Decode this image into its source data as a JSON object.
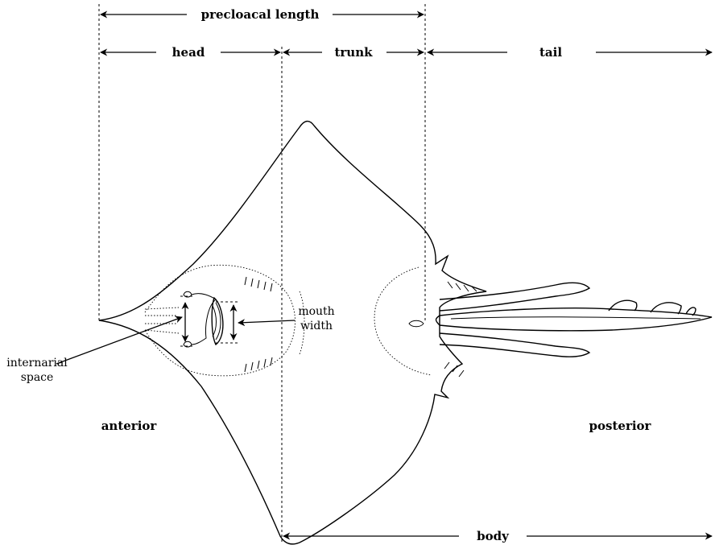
{
  "labels": {
    "precloacal_length": "precloacal length",
    "head": "head",
    "trunk": "trunk",
    "tail": "tail",
    "body": "body",
    "anterior": "anterior",
    "posterior": "posterior",
    "mouth_width_line1": "mouth",
    "mouth_width_line2": "width",
    "internarial_line1": "internarial",
    "internarial_line2": "space"
  }
}
